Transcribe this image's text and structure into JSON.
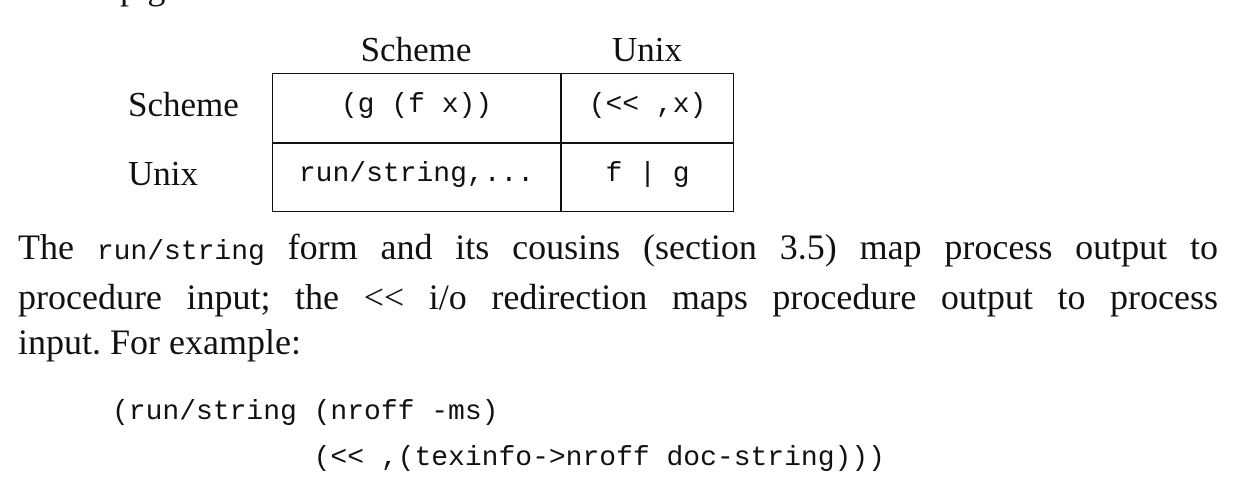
{
  "clipped_text": "  p  g",
  "table": {
    "col_headers": [
      "Scheme",
      "Unix"
    ],
    "row_headers": [
      "Scheme",
      "Unix"
    ],
    "cells": [
      [
        "(g (f x))",
        "(<< ,x)"
      ],
      [
        "run/string,...",
        "f | g"
      ]
    ]
  },
  "paragraph": {
    "line1_pre": "The ",
    "line1_code": "run/string",
    "line1_post": " form and its cousins (section 3.5) map process output to",
    "line2": "procedure input; the << i/o redirection maps procedure output to process",
    "line3": "input. For example:"
  },
  "code_block": {
    "line1": "(run/string (nroff -ms)",
    "line2": "            (<< ,(texinfo->nroff doc-string)))"
  }
}
